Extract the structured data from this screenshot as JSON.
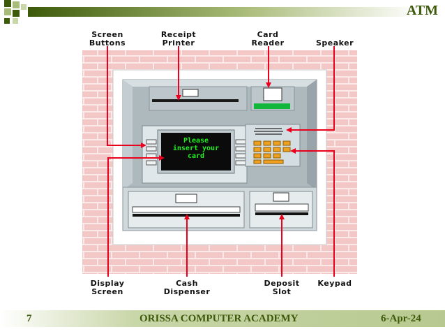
{
  "slide": {
    "title": "ATM",
    "slide_number": "7",
    "footer_center": "ORISSA COMPUTER ACADEMY",
    "date": "6-Apr-24"
  },
  "screen": {
    "line1": "Please",
    "line2": "insert your",
    "line3": "card"
  },
  "labels": {
    "screen_buttons_1": "Screen",
    "screen_buttons_2": "Buttons",
    "receipt_printer_1": "Receipt",
    "receipt_printer_2": "Printer",
    "card_reader_1": "Card",
    "card_reader_2": "Reader",
    "speaker": "Speaker",
    "display_screen_1": "Display",
    "display_screen_2": "Screen",
    "cash_dispenser_1": "Cash",
    "cash_dispenser_2": "Dispenser",
    "deposit_slot_1": "Deposit",
    "deposit_slot_2": "Slot",
    "keypad": "Keypad"
  },
  "colors": {
    "accent_green": "#3d5a0a",
    "arrow_red": "#e8001c",
    "screen_text": "#22ee22",
    "brick": "#f4caca"
  }
}
